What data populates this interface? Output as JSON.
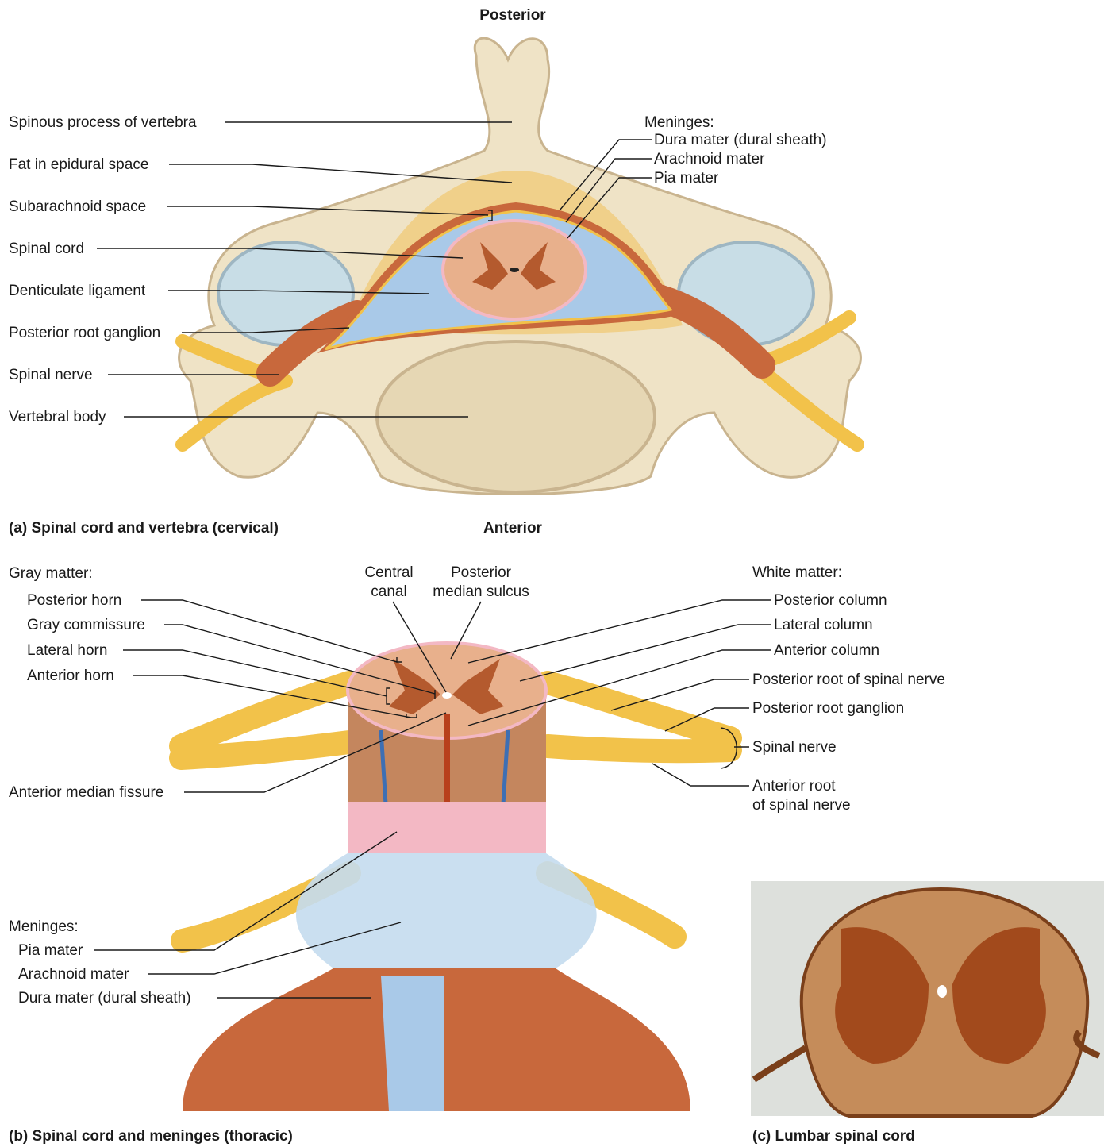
{
  "panel_a": {
    "orientation_top": "Posterior",
    "orientation_bottom": "Anterior",
    "caption": "(a) Spinal cord and vertebra (cervical)",
    "left_labels": [
      "Spinous process of vertebra",
      "Fat in epidural space",
      "Subarachnoid space",
      "Spinal cord",
      "Denticulate ligament",
      "Posterior root ganglion",
      "Spinal nerve",
      "Vertebral body"
    ],
    "meninges_heading": "Meninges:",
    "meninges_labels": [
      "Dura mater (dural sheath)",
      "Arachnoid mater",
      "Pia mater"
    ]
  },
  "panel_b": {
    "caption": "(b) Spinal cord and meninges (thoracic)",
    "gray_heading": "Gray matter:",
    "gray_labels": [
      "Posterior horn",
      "Gray commissure",
      "Lateral horn",
      "Anterior horn"
    ],
    "central_canal": [
      "Central",
      "canal"
    ],
    "posterior_median_sulcus": [
      "Posterior",
      "median sulcus"
    ],
    "white_heading": "White matter:",
    "white_labels": [
      "Posterior column",
      "Lateral column",
      "Anterior column"
    ],
    "root_labels": [
      "Posterior root of spinal nerve",
      "Posterior root ganglion",
      "Spinal nerve"
    ],
    "anterior_root": [
      "Anterior root",
      "of spinal nerve"
    ],
    "anterior_median_fissure": "Anterior median fissure",
    "meninges_heading": "Meninges:",
    "meninges_labels": [
      "Pia mater",
      "Arachnoid mater",
      "Dura mater (dural sheath)"
    ]
  },
  "panel_c": {
    "caption": "(c) Lumbar spinal cord"
  },
  "colors": {
    "bone": "#efe3c6",
    "bone_shadow": "#c9b48f",
    "nerve": "#f2c24a",
    "dura": "#c8683c",
    "csf": "#a9c9e8",
    "cord_white": "#e8b08c",
    "cord_gray": "#b45a2e",
    "pia": "#f3b8c4"
  }
}
